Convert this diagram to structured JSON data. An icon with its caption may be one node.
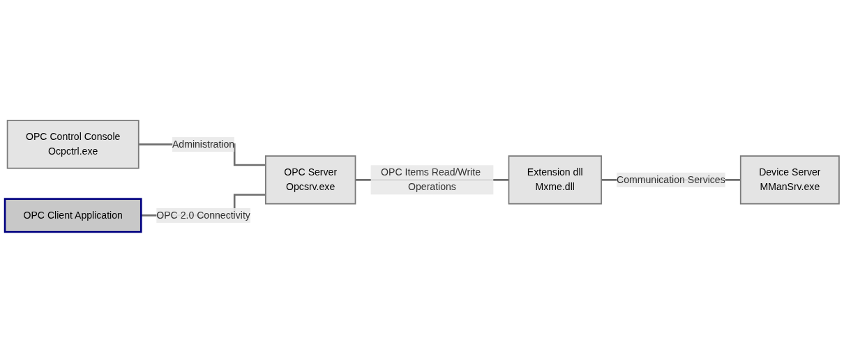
{
  "diagram": {
    "nodes": [
      {
        "text": [
          "OPC Control Console",
          "Ocpctrl.exe"
        ]
      },
      {
        "text": [
          "OPC Server",
          "Opcsrv.exe"
        ]
      },
      {
        "text": [
          "OPC Client Application"
        ]
      },
      {
        "text": [
          "Extension dll",
          "Mxme.dll"
        ]
      },
      {
        "text": [
          "Device Server",
          "MManSrv.exe"
        ]
      }
    ],
    "edges": [
      {
        "from": 0,
        "to": 1,
        "arrow": "none",
        "label": "Administration"
      },
      {
        "from": 2,
        "to": 1,
        "arrow": "none",
        "label": "OPC 2.0 Connectivity"
      },
      {
        "from": 1,
        "to": 3,
        "arrow": "none",
        "label": "OPC Items Read/Write Operations"
      },
      {
        "from": 3,
        "to": 4,
        "arrow": "none",
        "label": "Communication Services"
      }
    ]
  }
}
